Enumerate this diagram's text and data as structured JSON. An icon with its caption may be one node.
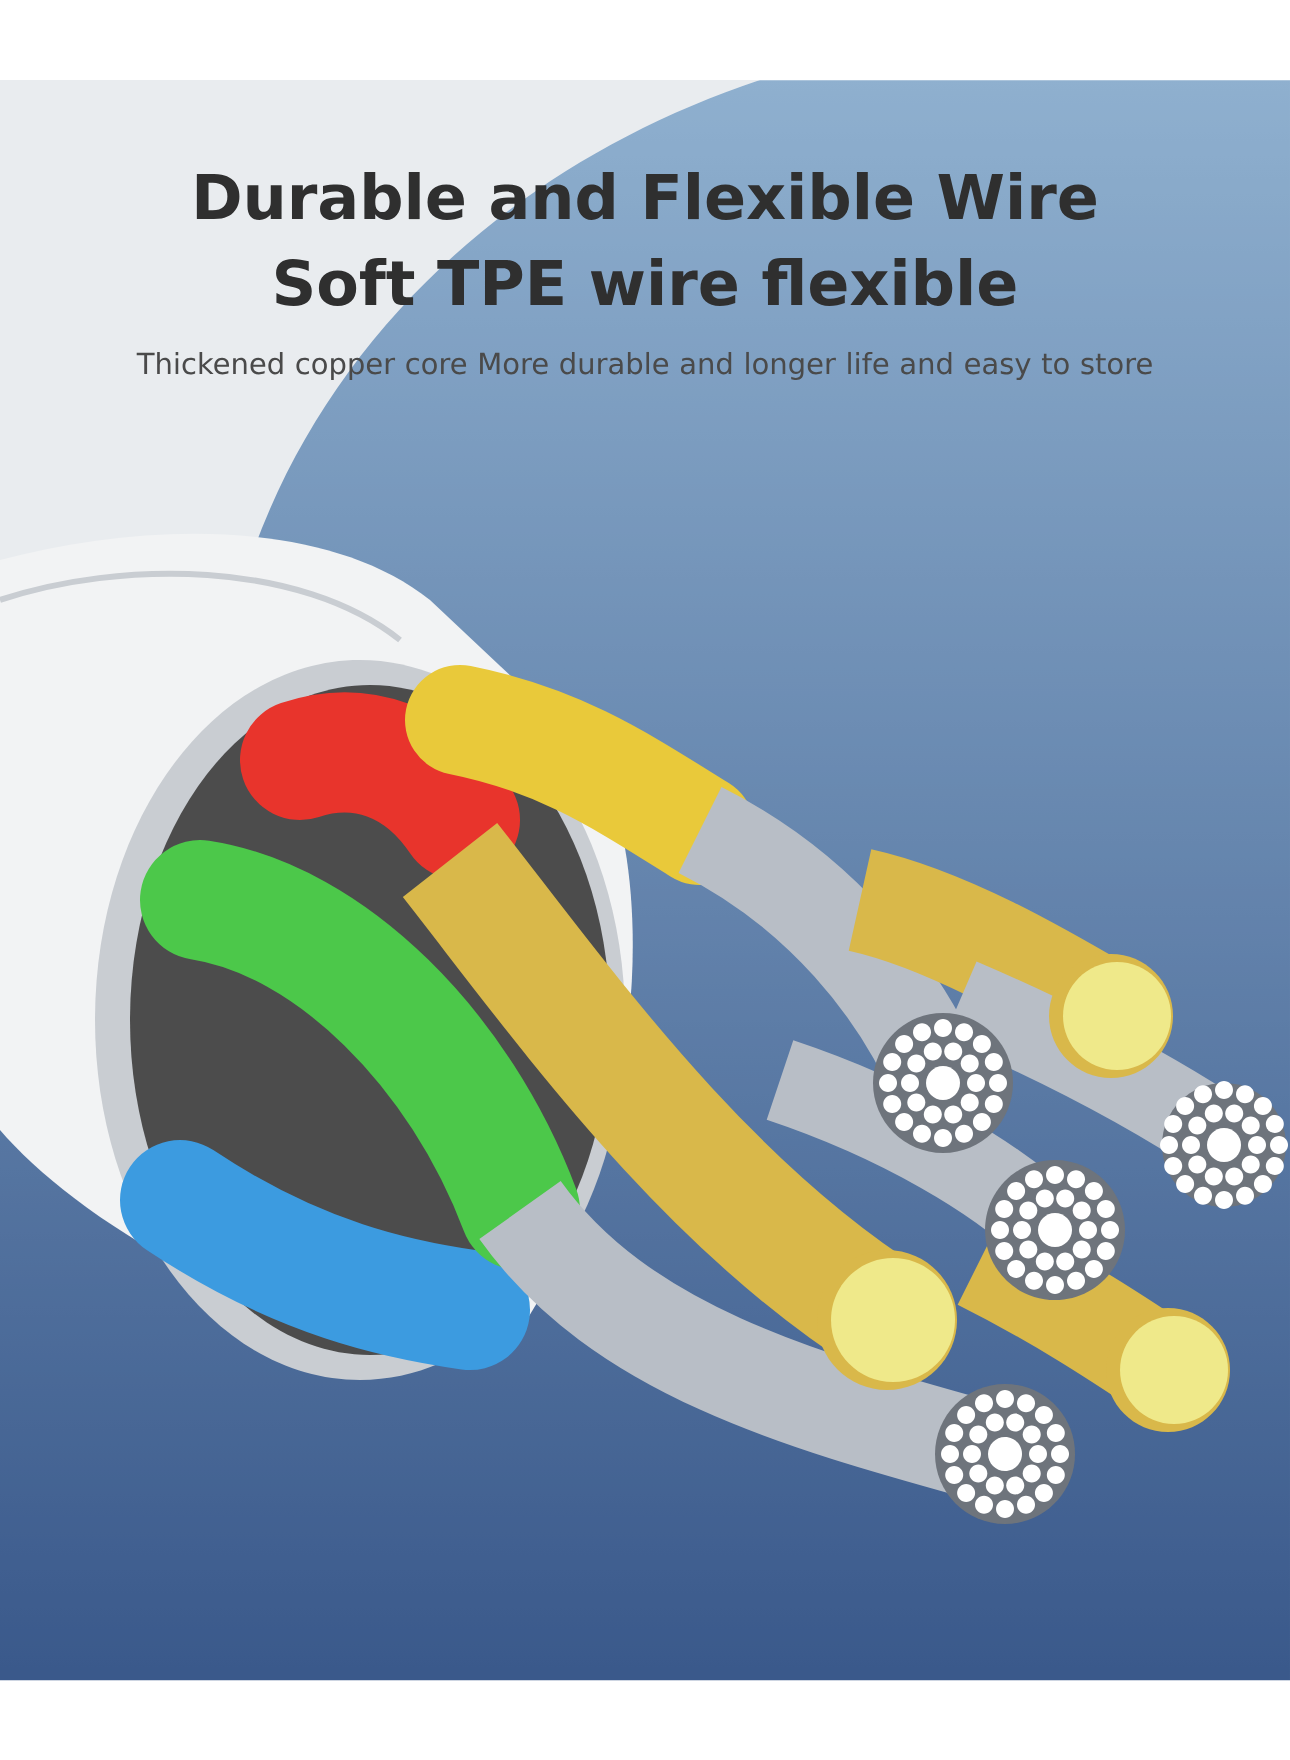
{
  "diagram": {
    "title": "Durable and Flexible Wire",
    "labels": [
      "Soft TPE wire flexible",
      "Thickened copper core More durable and longer life and easy to store"
    ]
  }
}
